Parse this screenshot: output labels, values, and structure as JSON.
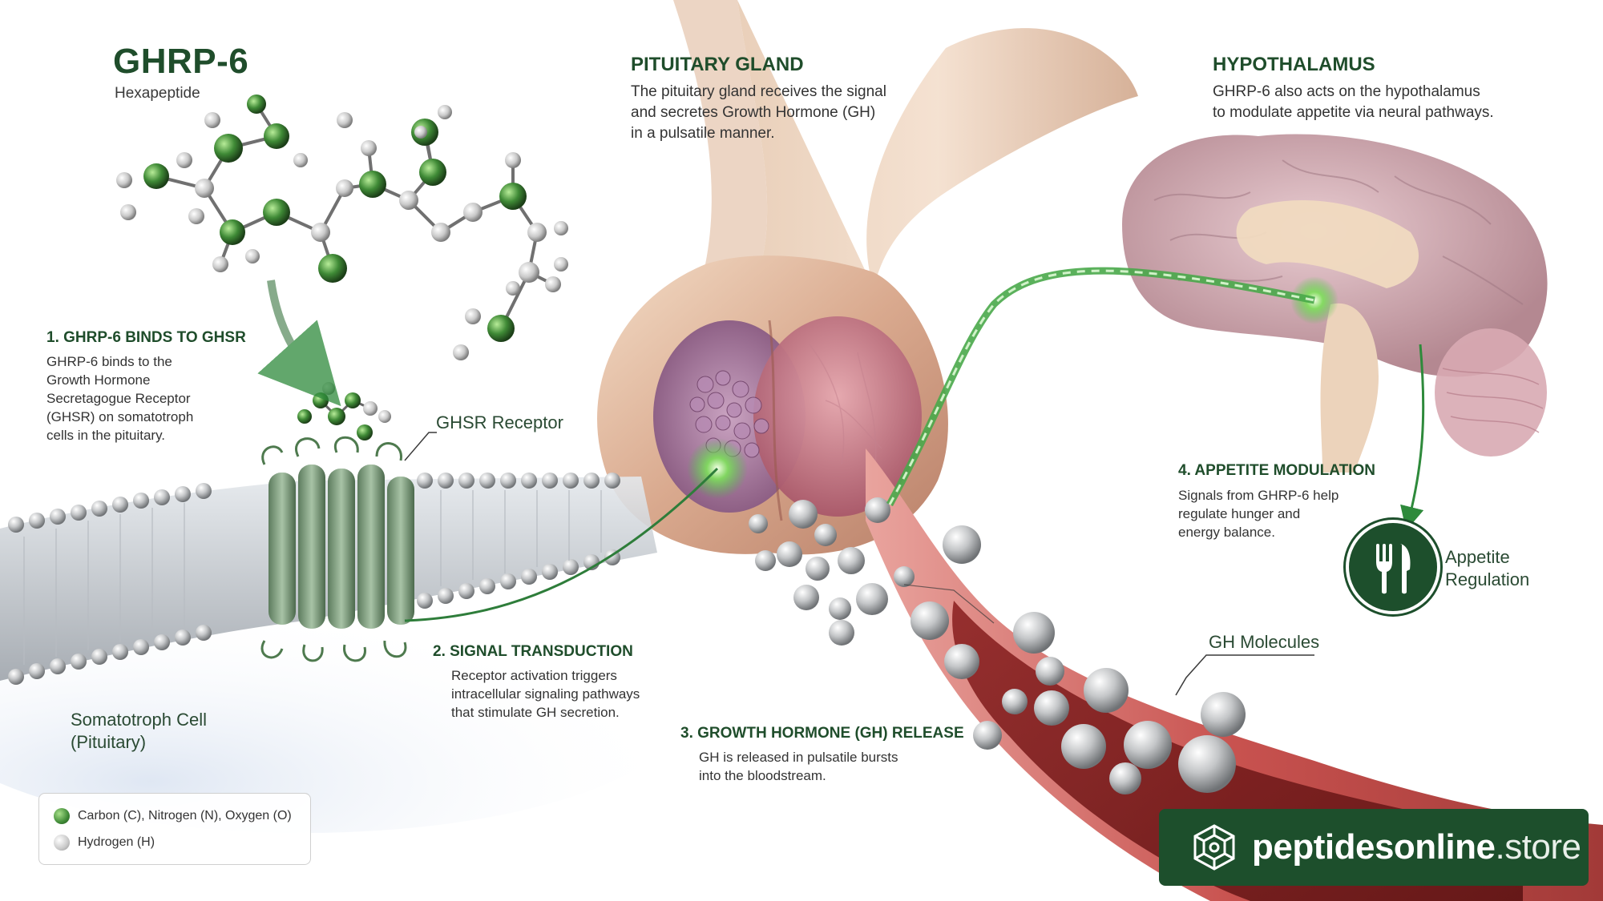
{
  "molecule": {
    "title": "GHRP-6",
    "subtitle": "Hexapeptide"
  },
  "pituitary": {
    "title": "PITUITARY GLAND",
    "description": "The pituitary gland receives the signal\nand secretes Growth Hormone (GH)\nin a pulsatile manner."
  },
  "hypothalamus": {
    "title": "HYPOTHALAMUS",
    "description": "GHRP-6 also acts on the hypothalamus\nto modulate appetite via neural pathways."
  },
  "steps": [
    {
      "heading": "1. GHRP-6 BINDS TO GHSR",
      "text": "GHRP-6 binds to the\nGrowth Hormone\nSecretagogue Receptor\n(GHSR) on somatotroph\ncells in the pituitary."
    },
    {
      "heading": "2. SIGNAL TRANSDUCTION",
      "text": "Receptor activation triggers\nintracellular signaling pathways\nthat stimulate GH secretion."
    },
    {
      "heading": "3. GROWTH HORMONE (GH) RELEASE",
      "text": "GH is released in pulsatile bursts\ninto the bloodstream."
    },
    {
      "heading": "4. APPETITE MODULATION",
      "text": "Signals from GHRP-6 help\nregulate hunger and\nenergy balance."
    }
  ],
  "callouts": {
    "receptor": "GHSR Receptor",
    "cell": "Somatotroph Cell\n(Pituitary)",
    "gh_molecules": "GH Molecules",
    "appetite": "Appetite\nRegulation"
  },
  "legend": {
    "items": [
      {
        "label": "Carbon (C), Nitrogen (N), Oxygen (O)",
        "icon": "green-atom-icon"
      },
      {
        "label": "Hydrogen (H)",
        "icon": "white-atom-icon"
      }
    ]
  },
  "brand": {
    "name": "peptidesonline",
    "tld": ".store"
  },
  "colors": {
    "heading_green": "#1f4d2b",
    "brand_green": "#1d4f2c",
    "signal_green": "#3fc43f",
    "vessel_red": "#c8524f"
  }
}
